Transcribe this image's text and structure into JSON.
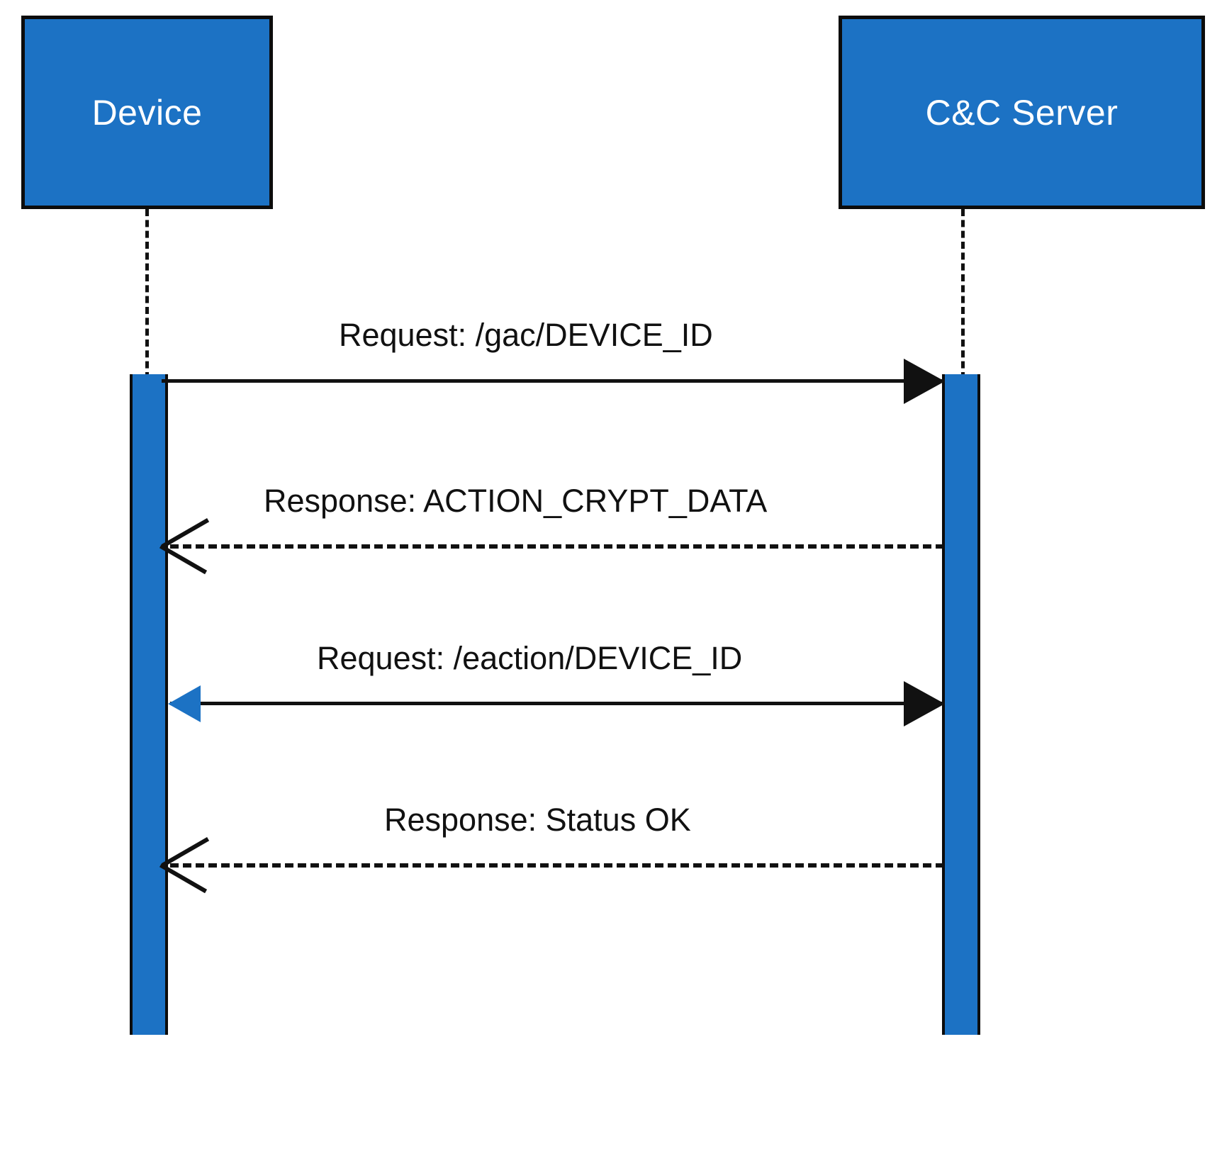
{
  "diagram": {
    "type": "uml-sequence-diagram",
    "background_color": "#FFFFFF",
    "accent_color": "#1C72C4",
    "line_color": "#111111"
  },
  "participants": [
    {
      "id": "device",
      "label": "Device"
    },
    {
      "id": "cnc",
      "label": "C&C Server"
    }
  ],
  "messages": [
    {
      "index": 1,
      "label": "Request: /gac/DEVICE_ID",
      "from": "device",
      "to": "cnc",
      "style": "solid",
      "arrowhead": "filled-triangle",
      "arrowhead_color": "#111111",
      "direction": "right"
    },
    {
      "index": 2,
      "label": "Response: ACTION_CRYPT_DATA",
      "from": "cnc",
      "to": "device",
      "style": "dashed",
      "arrowhead": "open-v",
      "arrowhead_color": "#111111",
      "direction": "left"
    },
    {
      "index": 3,
      "label": "Request: /eaction/DEVICE_ID",
      "from": "device",
      "to": "cnc",
      "style": "solid",
      "arrowhead": "filled-triangle",
      "arrowhead_color": "#111111",
      "direction": "right",
      "secondary_arrowhead": "filled-triangle",
      "secondary_arrowhead_color": "#1C72C4",
      "secondary_direction": "left"
    },
    {
      "index": 4,
      "label": "Response: Status OK",
      "from": "cnc",
      "to": "device",
      "style": "dashed",
      "arrowhead": "open-v",
      "arrowhead_color": "#111111",
      "direction": "left"
    }
  ]
}
